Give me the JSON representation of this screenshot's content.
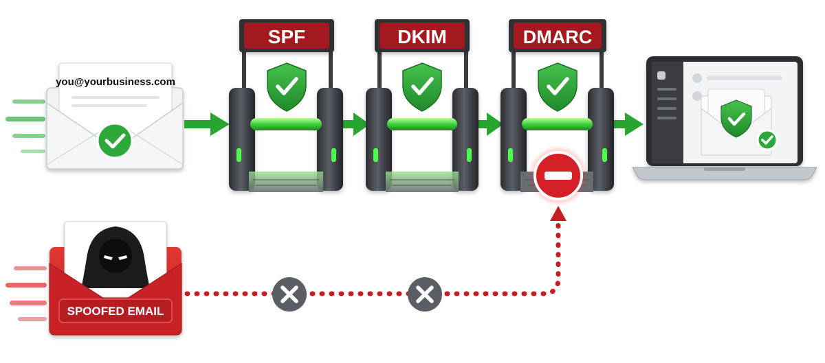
{
  "sender": {
    "address": "you@yourbusiness.com",
    "status": "verified"
  },
  "gates": [
    {
      "label": "SPF",
      "status": "pass"
    },
    {
      "label": "DKIM",
      "status": "pass"
    },
    {
      "label": "DMARC",
      "status": "pass"
    }
  ],
  "spoofed": {
    "label": "SPOOFED EMAIL",
    "status": "blocked"
  },
  "colors": {
    "pass": "#2ea83a",
    "flow": "#28a531",
    "gate_banner": "#a3191f",
    "block": "#d42026",
    "spoof_envelope": "#d42a2a",
    "fail_marker": "#5b5e64"
  },
  "icons": {
    "check": "check-icon",
    "shield": "shield-check-icon",
    "block": "no-entry-icon",
    "fail": "x-circle-icon",
    "hacker": "hooded-hacker-icon"
  }
}
